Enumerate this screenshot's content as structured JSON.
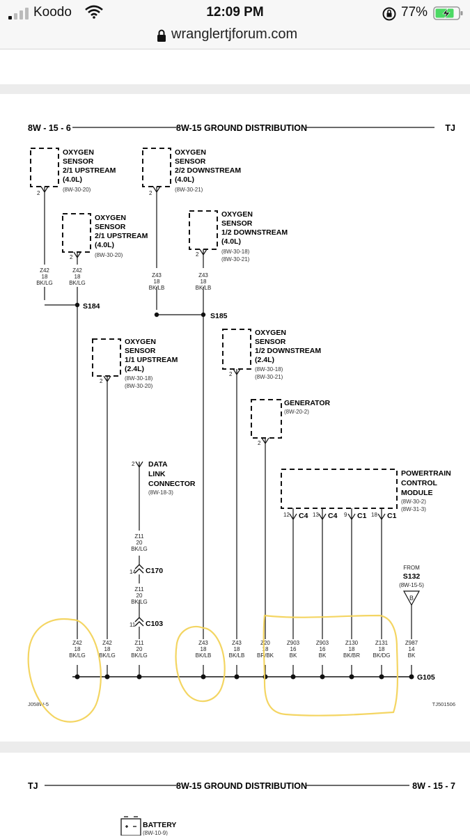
{
  "status_bar": {
    "carrier": "Koodo",
    "time": "12:09 PM",
    "battery_percent": "77%",
    "icons": [
      "signal-icon",
      "wifi-icon",
      "orientation-lock-icon",
      "battery-charging-icon"
    ]
  },
  "browser": {
    "url": "wranglertjforum.com",
    "icons": [
      "lock-icon"
    ]
  },
  "page1": {
    "page_number": "8W - 15 - 6",
    "section_title": "8W-15 GROUND DISTRIBUTION",
    "model": "TJ",
    "left_code": "J058W-5",
    "right_code": "TJ501506",
    "components": {
      "o2_21_up": {
        "lines": [
          "OXYGEN",
          "SENSOR",
          "2/1 UPSTREAM",
          "(4.0L)"
        ],
        "refs": [
          "(8W-30-20)"
        ],
        "pin": "2"
      },
      "o2_22_down": {
        "lines": [
          "OXYGEN",
          "SENSOR",
          "2/2 DOWNSTREAM",
          "(4.0L)"
        ],
        "refs": [
          "(8W-30-21)"
        ],
        "pin": "2"
      },
      "o2_21_up_b": {
        "lines": [
          "OXYGEN",
          "SENSOR",
          "2/1 UPSTREAM",
          "(4.0L)"
        ],
        "refs": [
          "(8W-30-20)"
        ],
        "pin": "2"
      },
      "o2_12_down": {
        "lines": [
          "OXYGEN",
          "SENSOR",
          "1/2 DOWNSTREAM",
          "(4.0L)"
        ],
        "refs": [
          "(8W-30-18)",
          "(8W-30-21)"
        ],
        "pin": "2"
      },
      "o2_11_up": {
        "lines": [
          "OXYGEN",
          "SENSOR",
          "1/1 UPSTREAM",
          "(2.4L)"
        ],
        "refs": [
          "(8W-30-18)",
          "(8W-30-20)"
        ],
        "pin": "2"
      },
      "o2_12_down_24": {
        "lines": [
          "OXYGEN",
          "SENSOR",
          "1/2 DOWNSTREAM",
          "(2.4L)"
        ],
        "refs": [
          "(8W-30-18)",
          "(8W-30-21)"
        ],
        "pin": "2"
      },
      "generator": {
        "lines": [
          "GENERATOR"
        ],
        "refs": [
          "(8W-20-2)"
        ],
        "pin": "2"
      },
      "dlc": {
        "lines": [
          "DATA",
          "LINK",
          "CONNECTOR"
        ],
        "refs": [
          "(8W-18-3)"
        ],
        "pin": "2"
      },
      "pcm": {
        "lines": [
          "POWERTRAIN",
          "CONTROL",
          "MODULE"
        ],
        "refs": [
          "(8W-30-2)",
          "(8W-31-3)"
        ]
      }
    },
    "pcm_pins": [
      {
        "pin": "12",
        "conn": "C4"
      },
      {
        "pin": "13",
        "conn": "C4"
      },
      {
        "pin": "9",
        "conn": "C1"
      },
      {
        "pin": "18",
        "conn": "C1"
      }
    ],
    "upper_wires": [
      {
        "circuit": "Z42",
        "gauge": "18",
        "color": "BK/LG"
      },
      {
        "circuit": "Z42",
        "gauge": "18",
        "color": "BK/LG"
      },
      {
        "circuit": "Z43",
        "gauge": "18",
        "color": "BK/LB"
      },
      {
        "circuit": "Z43",
        "gauge": "18",
        "color": "BK/LB"
      }
    ],
    "splices": {
      "s184": "S184",
      "s185": "S185"
    },
    "dlc_wires": [
      {
        "circuit": "Z11",
        "gauge": "20",
        "color": "BK/LG"
      },
      {
        "circuit": "Z11",
        "gauge": "20",
        "color": "BK/LG"
      }
    ],
    "inline_connectors": [
      {
        "pin": "14",
        "name": "C170"
      },
      {
        "pin": "11",
        "name": "C103"
      }
    ],
    "from_ref": {
      "label": "FROM",
      "source": "S132",
      "page": "(8W-15-5)",
      "letter": "B"
    },
    "bottom_wires": [
      {
        "circuit": "Z42",
        "gauge": "18",
        "color": "BK/LG"
      },
      {
        "circuit": "Z42",
        "gauge": "18",
        "color": "BK/LG"
      },
      {
        "circuit": "Z11",
        "gauge": "20",
        "color": "BK/LG"
      },
      {
        "circuit": "Z43",
        "gauge": "18",
        "color": "BK/LB"
      },
      {
        "circuit": "Z43",
        "gauge": "18",
        "color": "BK/LB"
      },
      {
        "circuit": "Z20",
        "gauge": "18",
        "color": "BR/BK"
      },
      {
        "circuit": "Z903",
        "gauge": "16",
        "color": "BK"
      },
      {
        "circuit": "Z903",
        "gauge": "16",
        "color": "BK"
      },
      {
        "circuit": "Z130",
        "gauge": "18",
        "color": "BK/BR"
      },
      {
        "circuit": "Z131",
        "gauge": "18",
        "color": "BK/DG"
      },
      {
        "circuit": "Z987",
        "gauge": "14",
        "color": "BK"
      }
    ],
    "ground": "G105"
  },
  "page2": {
    "model": "TJ",
    "section_title": "8W-15 GROUND DISTRIBUTION",
    "page_number": "8W - 15 - 7",
    "battery": {
      "label": "BATTERY",
      "ref": "(8W-10-9)"
    }
  },
  "colors": {
    "highlight": "#f3d35a",
    "ink": "#111111",
    "gap": "#ececec"
  }
}
